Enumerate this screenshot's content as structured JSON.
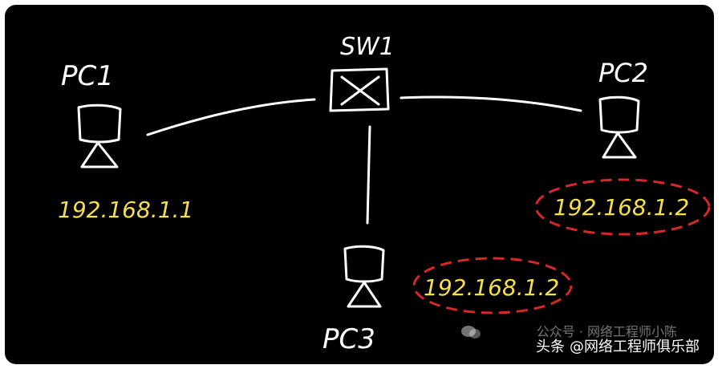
{
  "nodes": {
    "sw1": {
      "label": "SW1"
    },
    "pc1": {
      "label": "PC1",
      "ip": "192.168.1.1"
    },
    "pc2": {
      "label": "PC2",
      "ip": "192.168.1.2"
    },
    "pc3": {
      "label": "PC3",
      "ip": "192.168.1.2"
    }
  },
  "links": [
    {
      "from": "PC1",
      "to": "SW1"
    },
    {
      "from": "SW1",
      "to": "PC2"
    },
    {
      "from": "SW1",
      "to": "PC3"
    }
  ],
  "highlighted_ips": [
    "PC2",
    "PC3"
  ],
  "colors": {
    "background": "#000000",
    "lines": "#ffffff",
    "ip_text": "#f4e04d",
    "highlight_circle": "#d62828"
  },
  "watermark": {
    "faint_text": "公众号 · 网络工程师小陈",
    "brand": "头条",
    "handle": "@网络工程师俱乐部"
  }
}
